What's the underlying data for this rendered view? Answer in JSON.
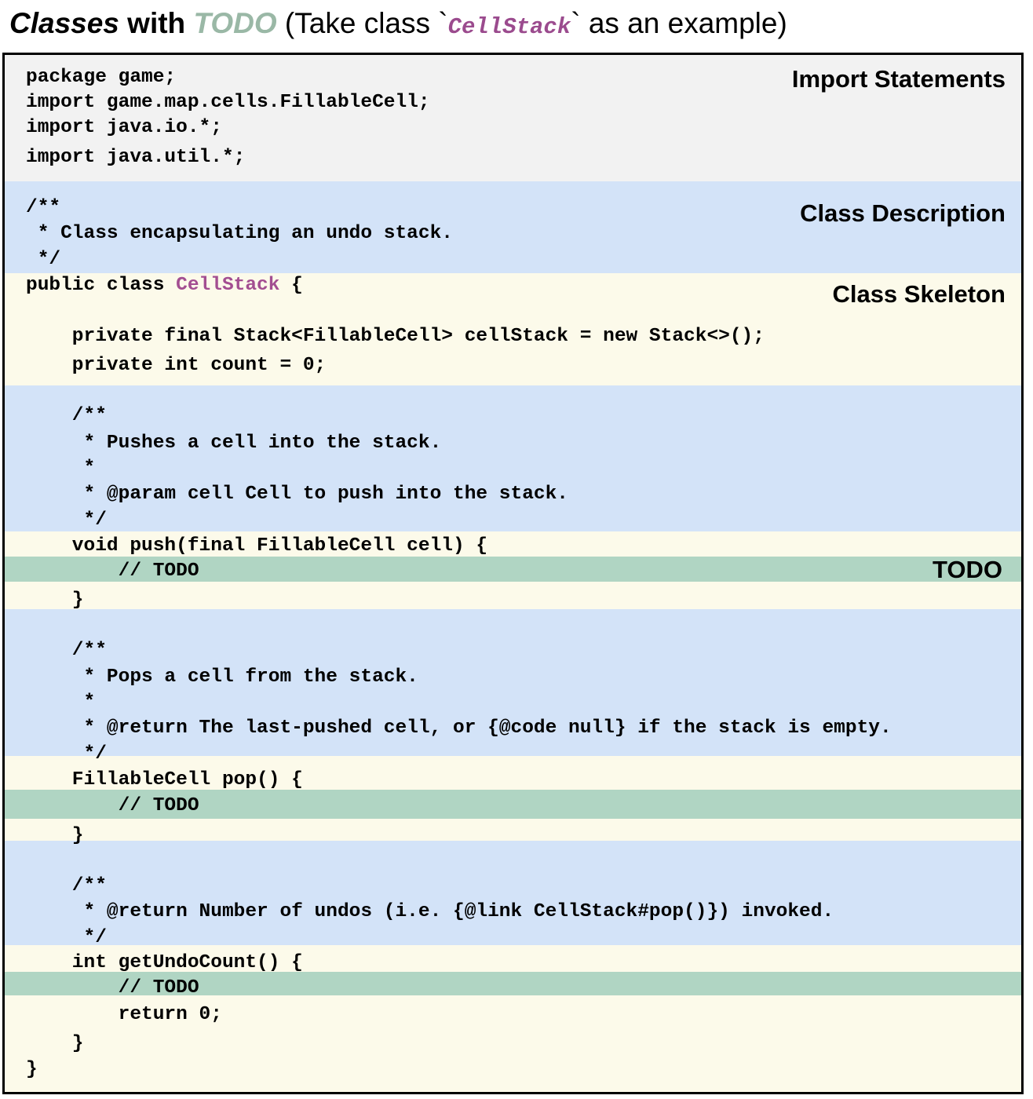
{
  "heading": {
    "part1": "Classes",
    "part2": " with ",
    "part3": "TODO",
    "part4": "  (Take class `",
    "code": "CellStack",
    "part5": "` as an example)"
  },
  "labels": {
    "imports": "Import Statements",
    "description": "Class Description",
    "skeleton": "Class Skeleton",
    "todo": "TODO"
  },
  "code": {
    "l01": "package game;",
    "l02": "import game.map.cells.FillableCell;",
    "l03": "import java.io.*;",
    "l04": "import java.util.*;",
    "l05": "/**",
    "l06": " * Class encapsulating an undo stack.",
    "l07": " */",
    "l08_pre": "public class ",
    "l08_cls": "CellStack",
    "l08_post": " {",
    "l09": "    private final Stack<FillableCell> cellStack = new Stack<>();",
    "l10": "    private int count = 0;",
    "l11": "    /**",
    "l12": "     * Pushes a cell into the stack.",
    "l13": "     *",
    "l14": "     * @param cell Cell to push into the stack.",
    "l15": "     */",
    "l16": "    void push(final FillableCell cell) {",
    "l17": "        // TODO",
    "l18": "    }",
    "l19": "    /**",
    "l20": "     * Pops a cell from the stack.",
    "l21": "     *",
    "l22": "     * @return The last-pushed cell, or {@code null} if the stack is empty.",
    "l23": "     */",
    "l24": "    FillableCell pop() {",
    "l25": "        // TODO",
    "l26": "    }",
    "l27": "    /**",
    "l28": "     * @return Number of undos (i.e. {@link CellStack#pop()}) invoked.",
    "l29": "     */",
    "l30": "    int getUndoCount() {",
    "l31": "        // TODO",
    "l32": "        return 0;",
    "l33": "    }",
    "l34": "}"
  }
}
